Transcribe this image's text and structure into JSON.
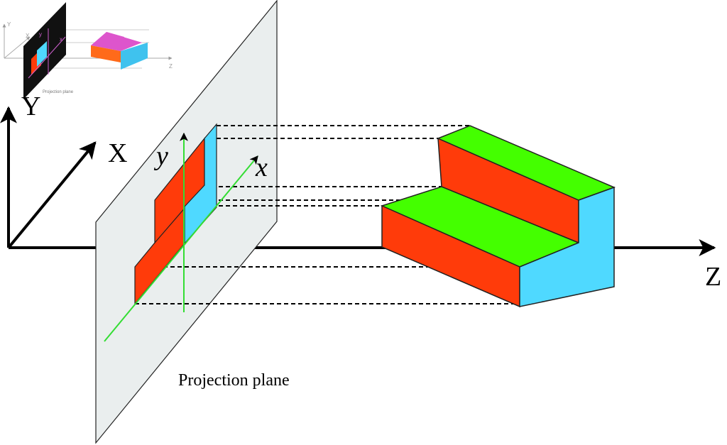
{
  "labels": {
    "axis_X": "X",
    "axis_Y": "Y",
    "axis_Z": "Z",
    "image_x": "x",
    "image_y": "y",
    "plane": "Projection plane"
  },
  "thumbnail": {
    "axis_X": "X",
    "axis_Y": "Y",
    "axis_Z": "Z",
    "image_x": "x",
    "image_y": "y",
    "plane": "Projection plane"
  },
  "colors": {
    "front_face": "#ff3b0a",
    "top_face": "#44ff00",
    "side_face": "#4fd9ff",
    "plane_fill": "#eaeeee",
    "image_axes": "#33dd33",
    "thumb_top_face": "#dd55cc",
    "thumb_side_face": "#ff6a1a",
    "thumb_front_face": "#3fc2ee",
    "thumb_plane": "#111111"
  }
}
